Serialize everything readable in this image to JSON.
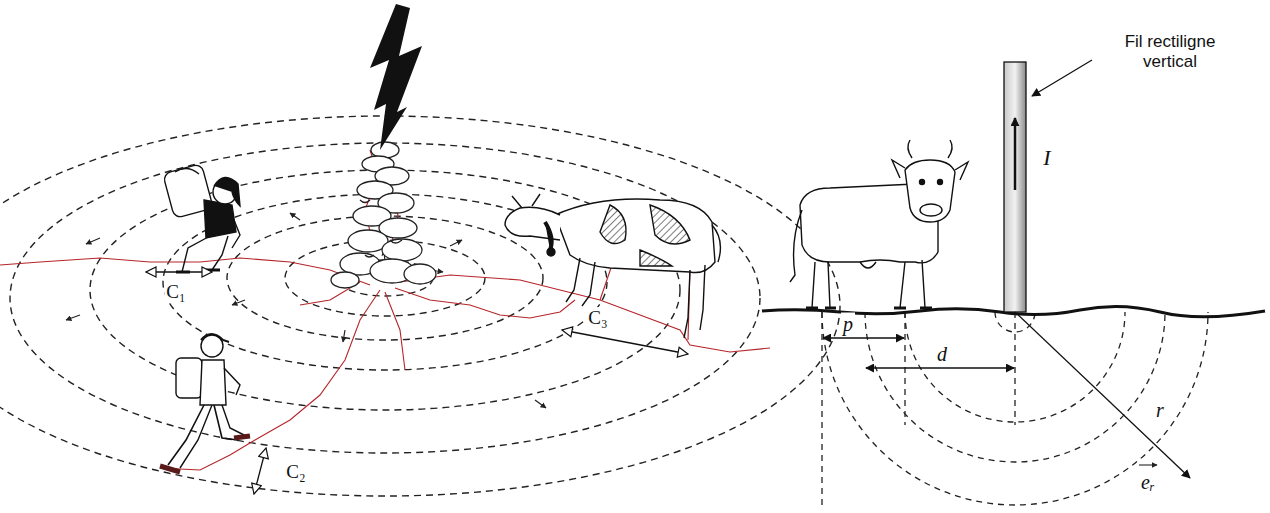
{
  "diagram": {
    "labels": [
      "C₁",
      "C₂",
      "C₃",
      "Fil rectiligne vertical",
      "I",
      "p",
      "d",
      "r",
      "eᵣ"
    ]
  }
}
